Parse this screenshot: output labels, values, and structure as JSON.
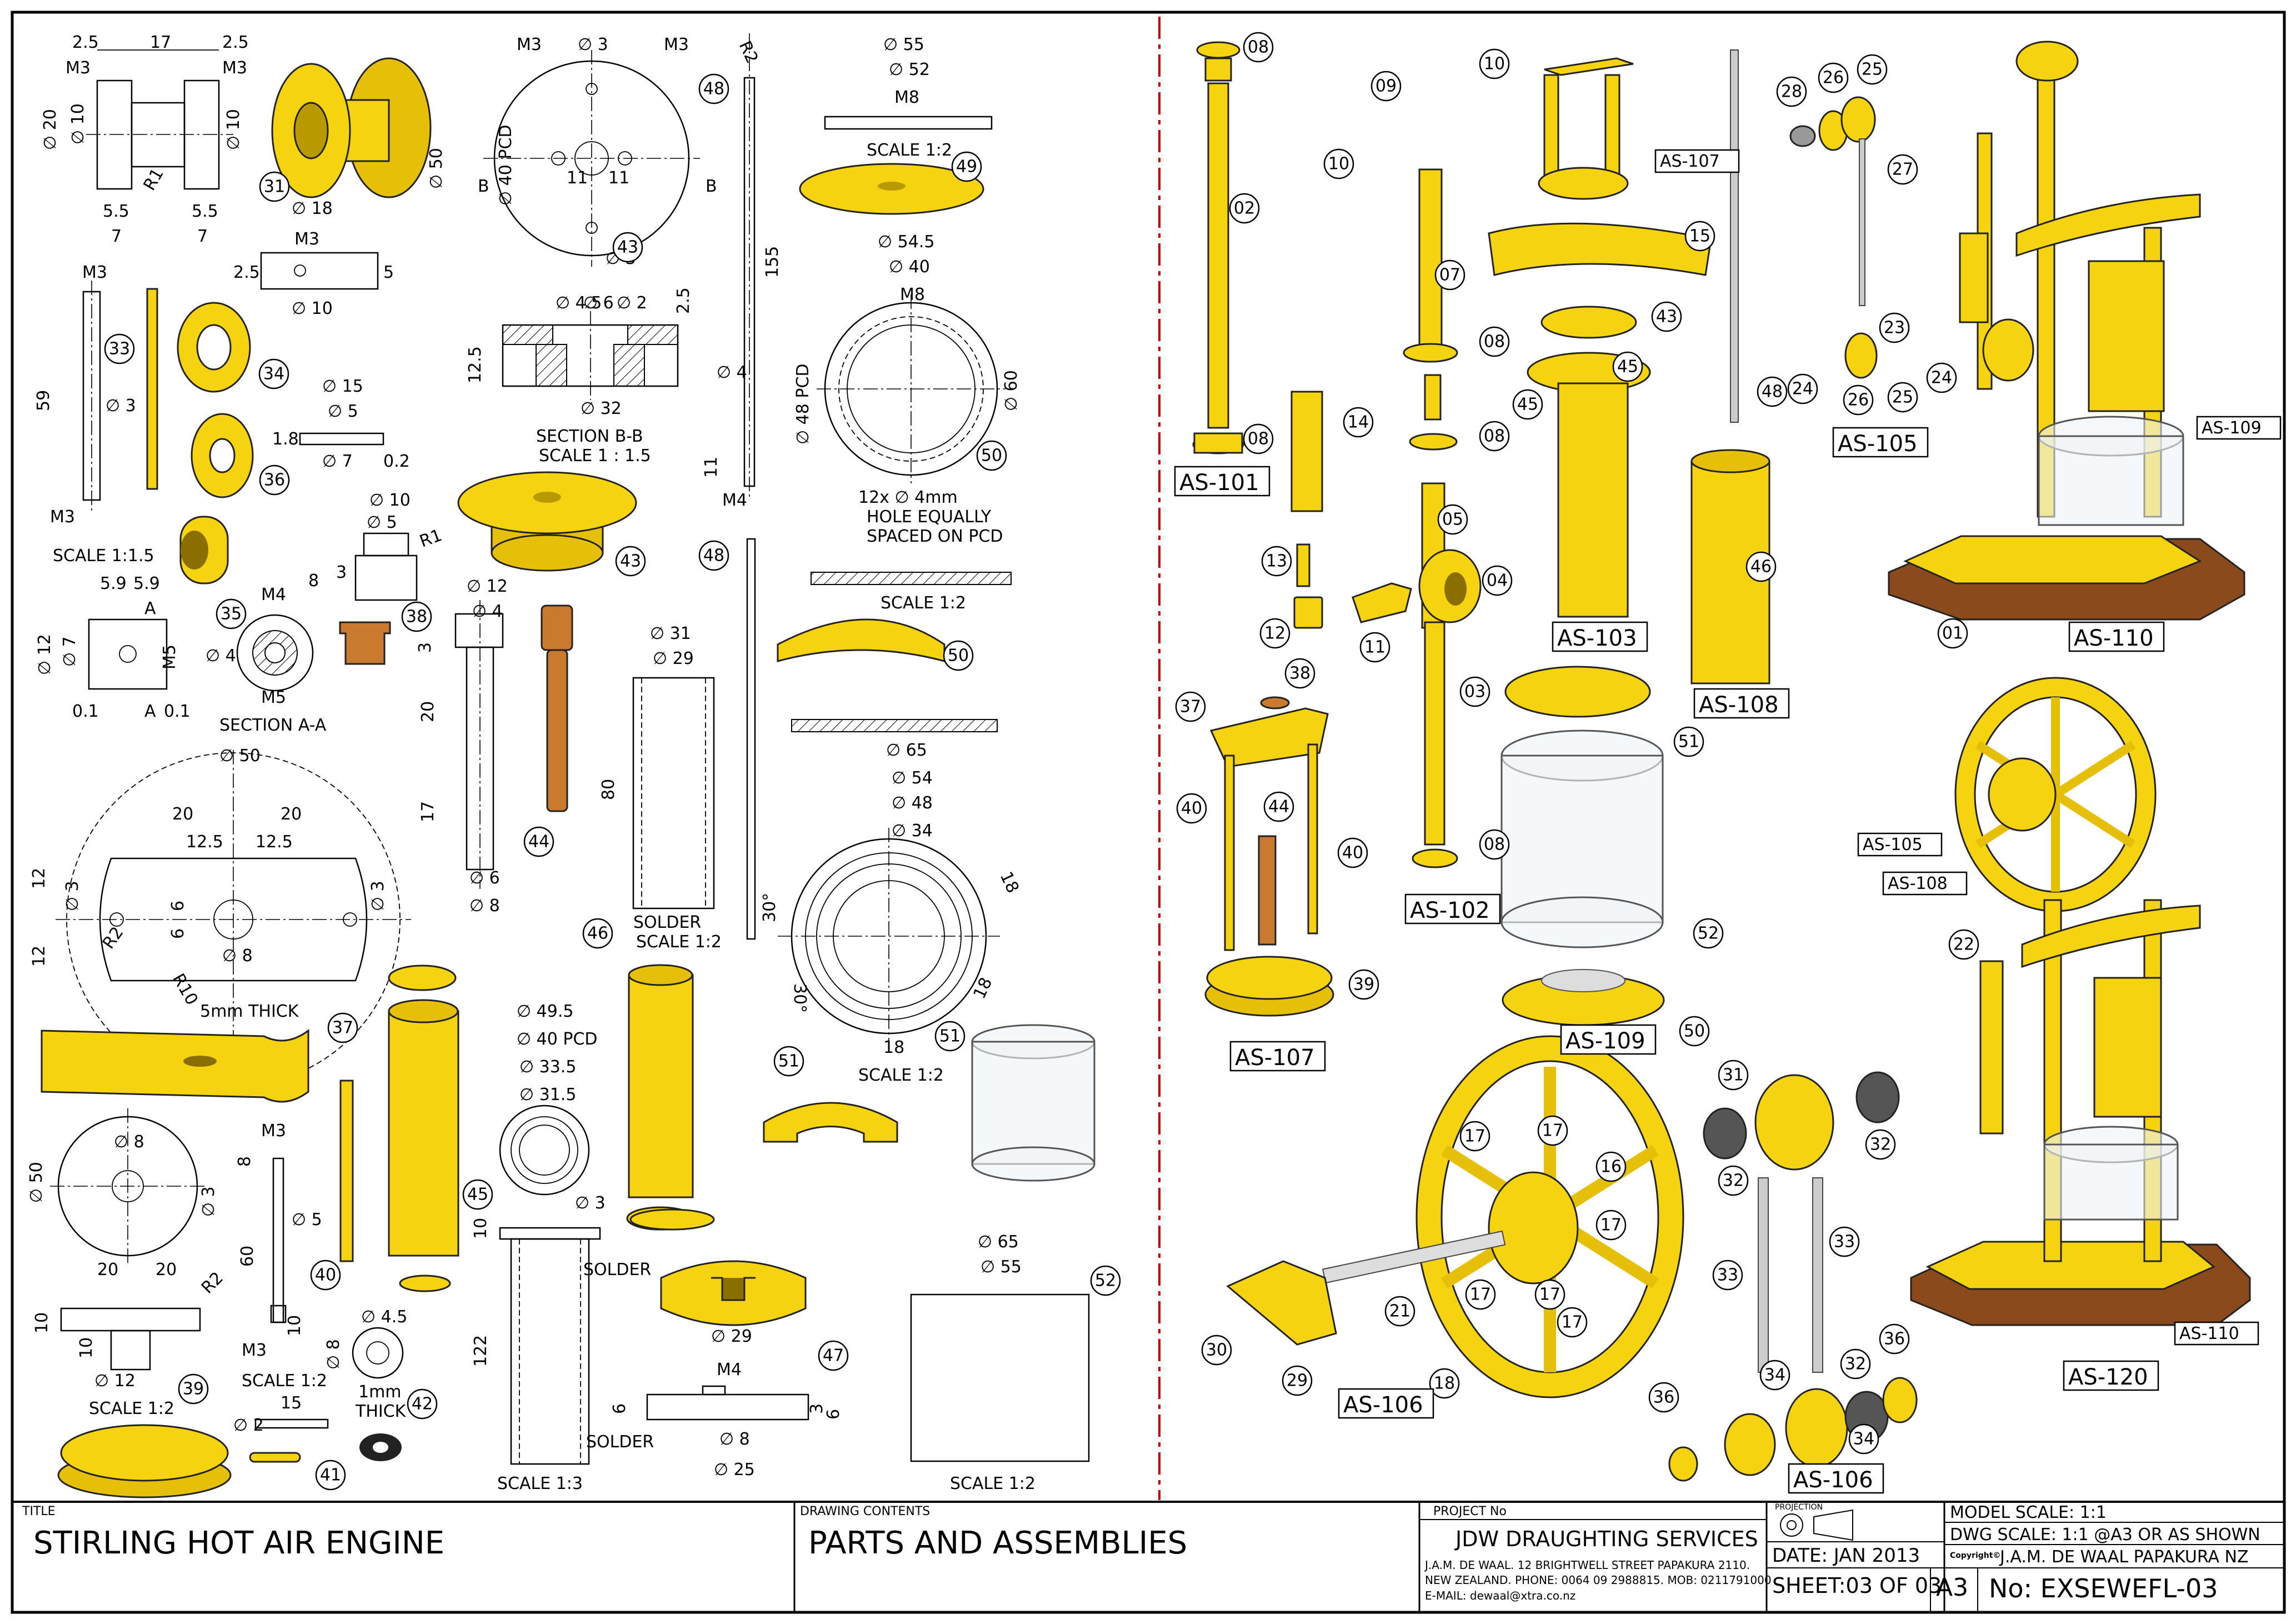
{
  "title_block": {
    "title_label": "TITLE",
    "title": "STIRLING HOT AIR ENGINE",
    "contents_label": "DRAWING CONTENTS",
    "contents": "PARTS AND ASSEMBLIES",
    "project_label": "PROJECT No",
    "company": "JDW DRAUGHTING SERVICES",
    "address_line1": "J.A.M. DE WAAL. 12 BRIGHTWELL STREET PAPAKURA 2110.",
    "address_line2": "NEW ZEALAND. PHONE: 0064 09 2988815. MOB: 0211791000",
    "address_line3": "E-MAIL: dewaal@xtra.co.nz",
    "projection_label": "PROJECTION",
    "date": "DATE: JAN 2013",
    "sheet": "SHEET:03 OF 03",
    "size": "A3",
    "number": "No: EXSEWEFL-03",
    "model_scale": "MODEL SCALE: 1:1",
    "dwg_scale": "DWG SCALE: 1:1 @A3 OR AS SHOWN",
    "copyright": "Copyright©",
    "copyright_owner": "J.A.M. DE WAAL PAPAKURA NZ"
  },
  "notes": {
    "scale_1_1_5": "SCALE 1:1.5",
    "scale_1_2": "SCALE 1:2",
    "scale_1_3": "SCALE 1:3",
    "section_bb": "SECTION B-B",
    "section_bb_scale": "SCALE 1 : 1.5",
    "section_aa": "SECTION A-A",
    "holes": "12x ∅ 4mm",
    "holes2": "HOLE EQUALLY",
    "holes3": "SPACED ON PCD",
    "thick5": "5mm THICK",
    "solder": "SOLDER",
    "thick1_a": "1mm",
    "thick1_b": "THICK",
    "pcd40": "∅ 40 PCD",
    "pcd48": "∅ 48 PCD",
    "pcd50": "∅ 50 PCD"
  },
  "assemblies": [
    "AS-101",
    "AS-102",
    "AS-103",
    "AS-105",
    "AS-106",
    "AS-107",
    "AS-108",
    "AS-109",
    "AS-110",
    "AS-120"
  ],
  "balloons": [
    "01",
    "02",
    "03",
    "04",
    "05",
    "07",
    "08",
    "09",
    "10",
    "11",
    "12",
    "13",
    "14",
    "15",
    "16",
    "17",
    "18",
    "21",
    "22",
    "23",
    "24",
    "25",
    "26",
    "27",
    "28",
    "29",
    "30",
    "31",
    "32",
    "33",
    "34",
    "35",
    "36",
    "37",
    "38",
    "39",
    "40",
    "41",
    "42",
    "43",
    "44",
    "45",
    "46",
    "47",
    "48",
    "49",
    "50",
    "51",
    "52"
  ],
  "dims": {
    "d20": "∅ 20",
    "d10": "∅ 10",
    "d18": "∅ 18",
    "d12": "∅ 12",
    "d15": "∅ 15",
    "d5": "∅ 5",
    "d7": "∅ 7",
    "d3": "∅ 3",
    "d4": "∅ 4",
    "d8": "∅ 8",
    "d6": "∅ 6",
    "d2": "∅ 2",
    "d4_5": "∅ 4.5",
    "d32": "∅ 32",
    "d50": "∅ 50",
    "d55": "∅ 55",
    "d52": "∅ 52",
    "d54_5": "∅ 54.5",
    "d40": "∅ 40",
    "d60": "∅ 60",
    "d31": "∅ 31",
    "d29": "∅ 29",
    "d65": "∅ 65",
    "d54": "∅ 54",
    "d48": "∅ 48",
    "d34": "∅ 34",
    "d49_5": "∅ 49.5",
    "d33_5": "∅ 33.5",
    "d31_5": "∅ 31.5",
    "d25": "∅ 25",
    "n2_5": "2.5",
    "n17": "17",
    "n5_5": "5.5",
    "n7": "7",
    "m3": "M3",
    "m4": "M4",
    "m5": "M5",
    "m8": "M8",
    "r1": "R1",
    "r2": "R2",
    "r10": "R10",
    "n59": "59",
    "n6": "6",
    "n5": "5",
    "n1_8": "1.8",
    "n0_2": "0.2",
    "n12_5": "12.5",
    "n20": "20",
    "n12": "12",
    "n0_1": "0.1",
    "n5_9": "5.9",
    "n3": "3",
    "n8": "8",
    "n11": "11",
    "n155": "155",
    "n80": "80",
    "n10": "10",
    "n60": "60",
    "n122": "122",
    "n15": "15",
    "n18": "18",
    "n30deg": "30°",
    "n1": "1",
    "nA": "A",
    "nB": "B",
    "n4": "4"
  },
  "colors": {
    "brass": "#f5d40f",
    "copper": "#c97a2e",
    "wood": "#8b4a1c",
    "glass": "#eef3f6",
    "border": "#000000",
    "centerline": "#cc0000"
  }
}
